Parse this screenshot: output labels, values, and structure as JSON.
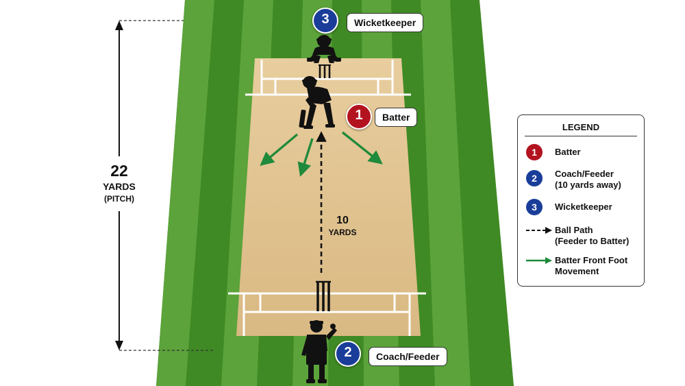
{
  "colors": {
    "grass_light": "#5ba33a",
    "grass_dark": "#3f8a24",
    "pitch": "#e2c594",
    "crease": "#ffffff",
    "batter_badge": "#b3121f",
    "coach_badge": "#1a3d99",
    "keeper_badge": "#1a3d99",
    "ball_path": "#111111",
    "foot_movement": "#1f8a3b"
  },
  "labels": {
    "wicketkeeper": "Wicketkeeper",
    "batter": "Batter",
    "coach": "Coach/Feeder"
  },
  "badges": {
    "batter": "1",
    "coach": "2",
    "keeper": "3"
  },
  "measurements": {
    "pitch_length": "22",
    "pitch_unit": "YARDS",
    "pitch_note": "(PITCH)",
    "feed_distance": "10",
    "feed_unit": "YARDS"
  },
  "legend": {
    "title": "LEGEND",
    "items": [
      {
        "symbol": "badge",
        "badge": "1",
        "color": "#b3121f",
        "lines": [
          "Batter"
        ]
      },
      {
        "symbol": "badge",
        "badge": "2",
        "color": "#1a3d99",
        "lines": [
          "Coach/Feeder",
          "(10 yards away)"
        ]
      },
      {
        "symbol": "badge",
        "badge": "3",
        "color": "#1a3d99",
        "lines": [
          "Wicketkeeper"
        ]
      },
      {
        "symbol": "dashed-arrow",
        "color": "#111111",
        "lines": [
          "Ball Path",
          "(Feeder to Batter)"
        ]
      },
      {
        "symbol": "solid-arrow",
        "color": "#1f8a3b",
        "lines": [
          "Batter Front Foot",
          "Movement"
        ]
      }
    ]
  }
}
